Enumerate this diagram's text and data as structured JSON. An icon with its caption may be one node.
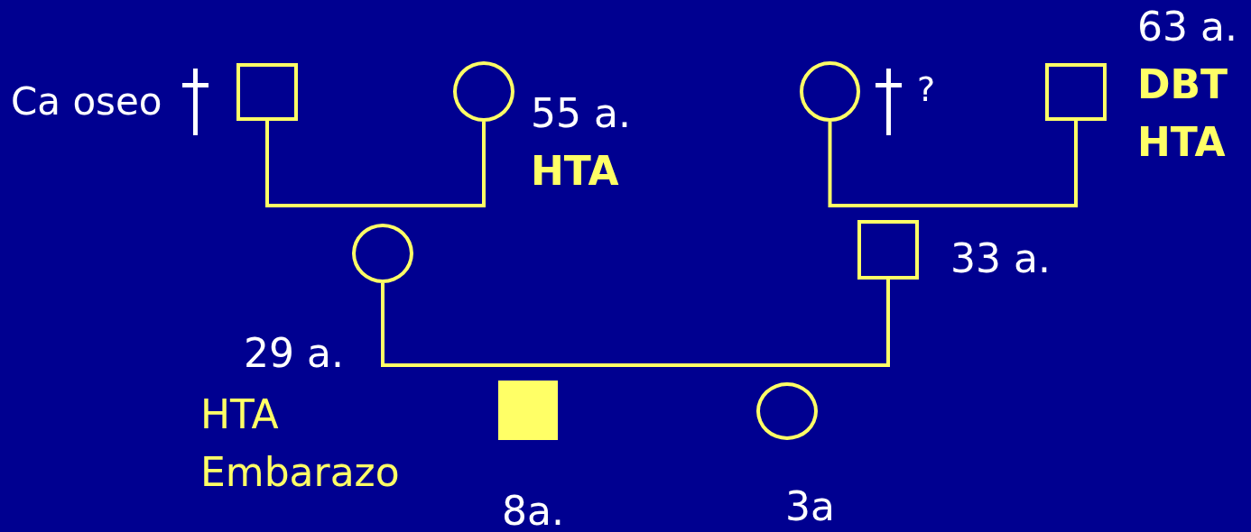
{
  "diagram": {
    "nodes": [
      {
        "text": [],
        "shape": "box",
        "beside": [
          "Ca oseo"
        ]
      },
      {
        "text": [],
        "shape": "circle",
        "beside": [
          "55 a.",
          "HTA"
        ]
      },
      {
        "text": [],
        "shape": "circle",
        "beside": [
          "?"
        ]
      },
      {
        "text": [],
        "shape": "box",
        "beside": [
          "63 a.",
          "DBT",
          "HTA"
        ]
      },
      {
        "text": [],
        "shape": "circle",
        "beside": [
          "29 a.",
          "HTA",
          "Embarazo"
        ]
      },
      {
        "text": [],
        "shape": "box",
        "beside": [
          "33 a."
        ]
      },
      {
        "text": [],
        "shape": "box",
        "beside": [
          "8a."
        ]
      },
      {
        "text": [],
        "shape": "circle",
        "beside": [
          "3a"
        ]
      }
    ],
    "edges": [
      {
        "from": 0,
        "to": 1,
        "arrow": "none"
      },
      {
        "from": 2,
        "to": 3,
        "arrow": "none"
      },
      {
        "from": 4,
        "to": 5,
        "arrow": "none"
      }
    ]
  }
}
